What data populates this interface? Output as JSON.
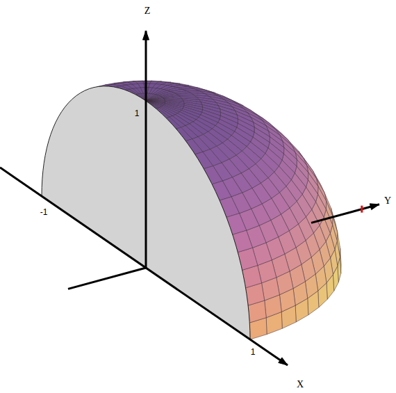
{
  "diagram": {
    "labels": [
      "Z",
      "1",
      "-1",
      "Y",
      "1",
      "X"
    ]
  }
}
